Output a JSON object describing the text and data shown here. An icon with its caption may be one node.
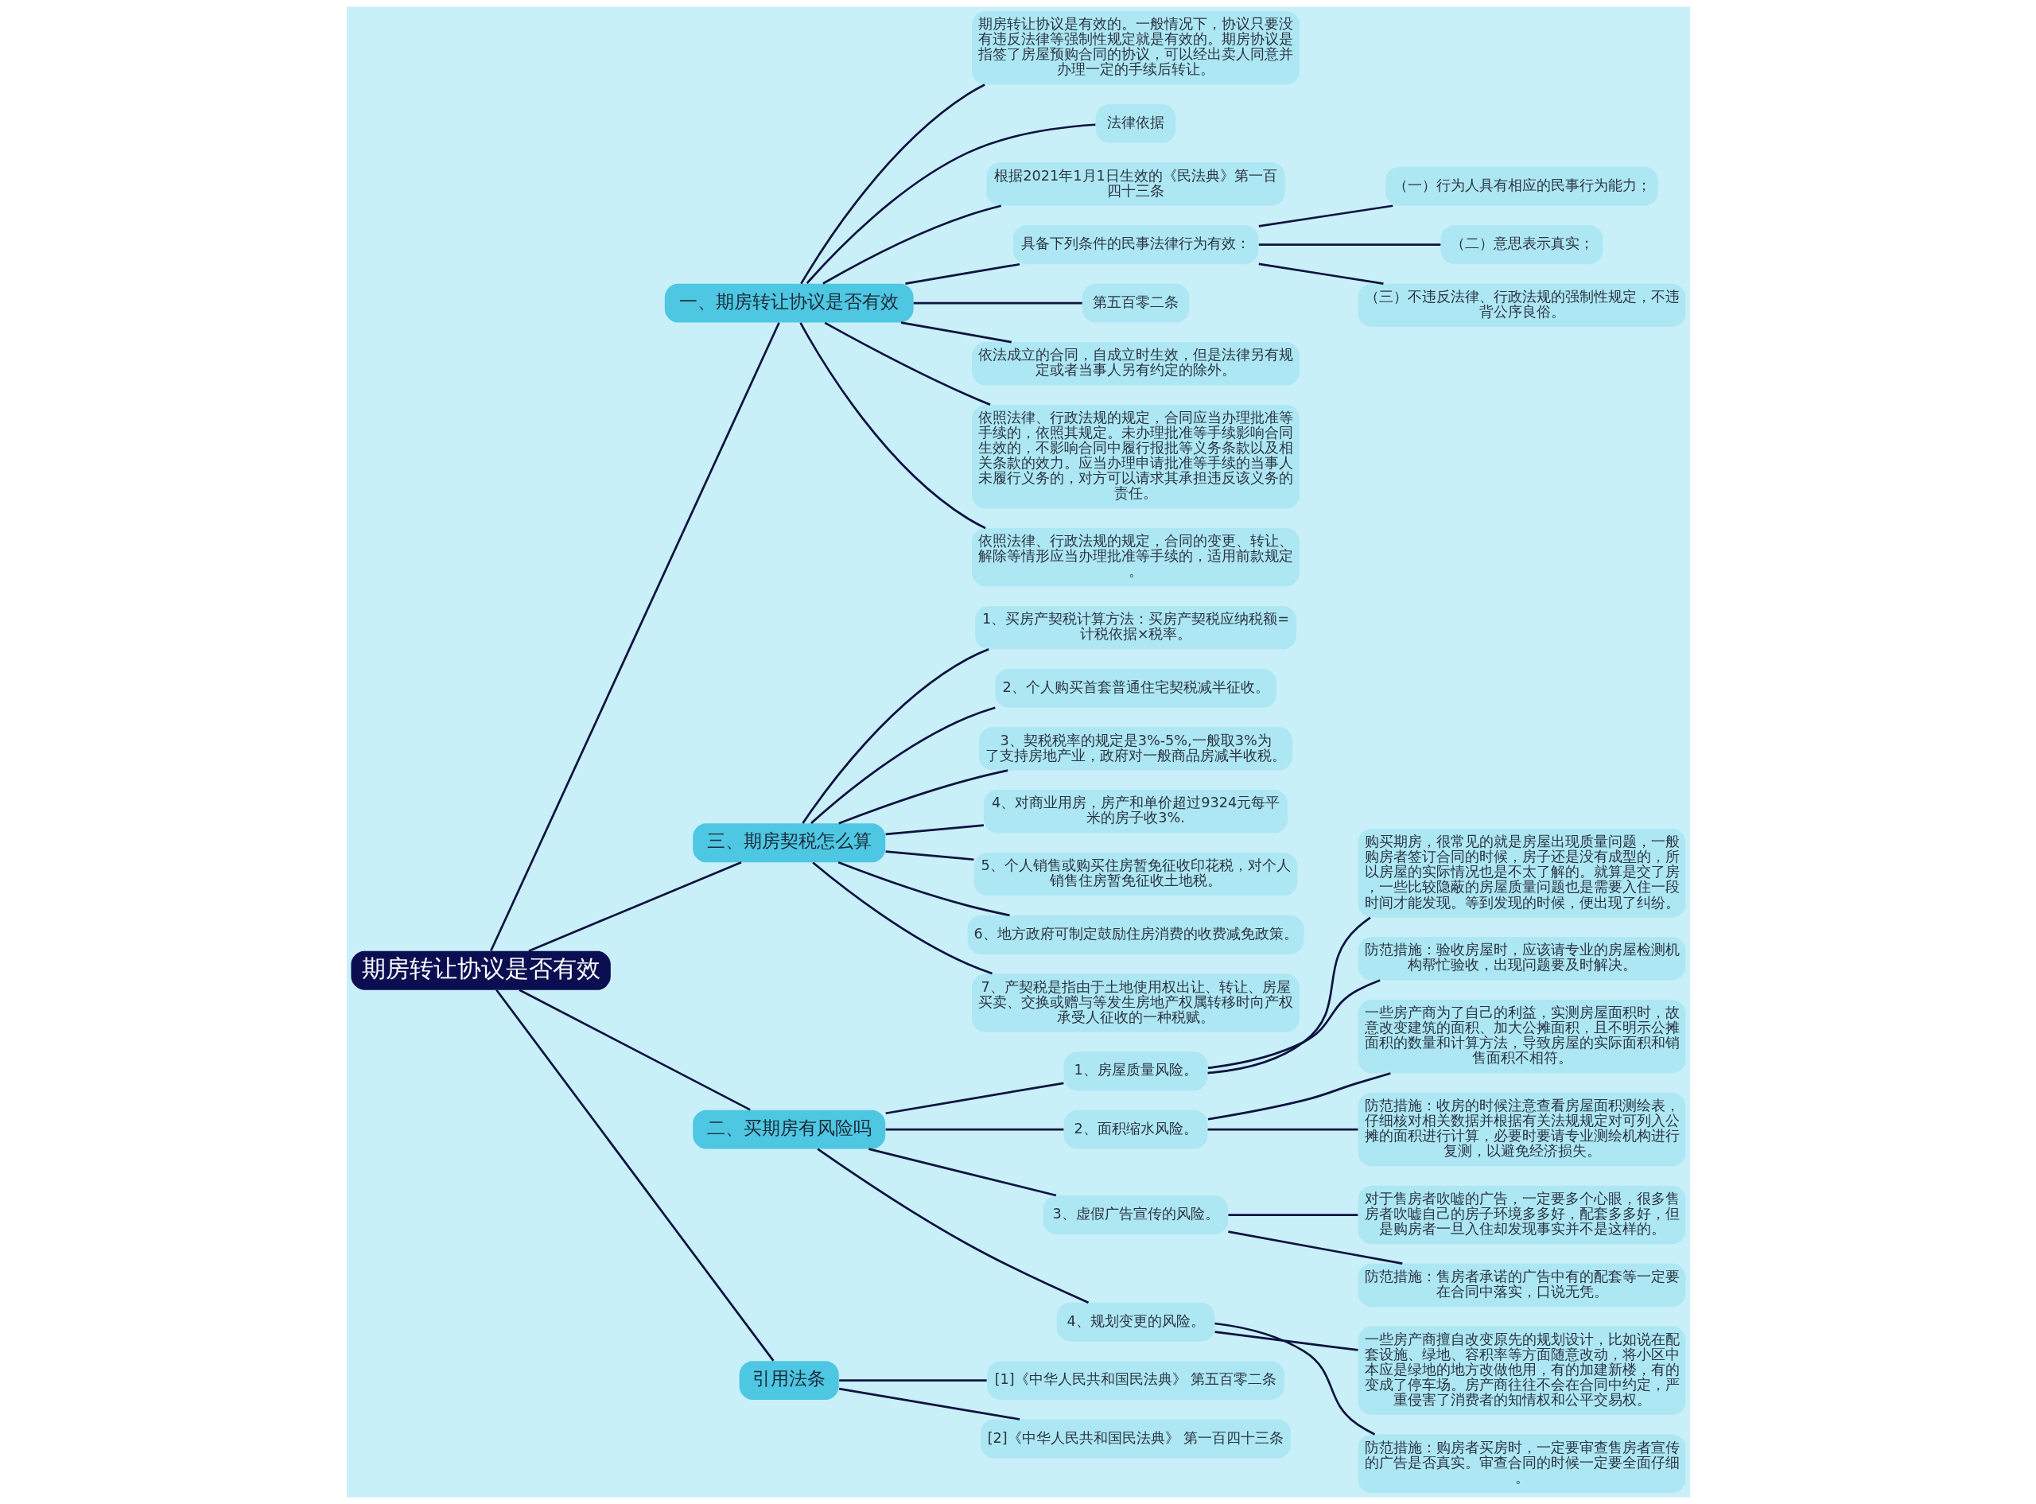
{
  "diagram": {
    "nodes": [
      {
        "text": [
          "期房转让协议是否有效"
        ]
      },
      {
        "text": [
          "一、期房转让协议是否有效"
        ]
      },
      {
        "text": [
          "期房转让协议是有效的。一般情况下，协议只要没有违反法律等强制性规定就是有效的。期房协议是指签了房屋预购合同的协议，可以经出卖人同意并办理一定的手续后转让。"
        ]
      },
      {
        "text": [
          "法律依据"
        ]
      },
      {
        "text": [
          "根据2021年1月1日生效的《民法典》第一百四十三条"
        ]
      },
      {
        "text": [
          "具备下列条件的民事法律行为有效："
        ]
      },
      {
        "text": [
          "（一）行为人具有相应的民事行为能力；"
        ]
      },
      {
        "text": [
          "（二）意思表示真实；"
        ]
      },
      {
        "text": [
          "（三）不违反法律、行政法规的强制性规定，不违背公序良俗。"
        ]
      },
      {
        "text": [
          "第五百零二条"
        ]
      },
      {
        "text": [
          "依法成立的合同，自成立时生效，但是法律另有规定或者当事人另有约定的除外。"
        ]
      },
      {
        "text": [
          "依照法律、行政法规的规定，合同应当办理批准等手续的，依照其规定。未办理批准等手续影响合同生效的，不影响合同中履行报批等义务条款以及相关条款的效力。应当办理申请批准等手续的当事人未履行义务的，对方可以请求其承担违反该义务的责任。"
        ]
      },
      {
        "text": [
          "依照法律、行政法规的规定，合同的变更、转让、解除等情形应当办理批准等手续的，适用前款规定。"
        ]
      },
      {
        "text": [
          "三、期房契税怎么算"
        ]
      },
      {
        "text": [
          "1、买房产契税计算方法：买房产契税应纳税额=计税依据×税率。"
        ]
      },
      {
        "text": [
          "2、个人购买首套普通住宅契税减半征收。"
        ]
      },
      {
        "text": [
          "3、契税税率的规定是3%-5%,一般取3%为了支持房地产业，政府对一般商品房减半收税。"
        ]
      },
      {
        "text": [
          "4、对商业用房，房产和单价超过9324元每平米的房子收3%."
        ]
      },
      {
        "text": [
          "5、个人销售或购买住房暂免征收印花税，对个人销售住房暂免征收土地税。"
        ]
      },
      {
        "text": [
          "6、地方政府可制定鼓励住房消费的收费减免政策。"
        ]
      },
      {
        "text": [
          "7、产契税是指由于土地使用权出让、转让、房屋买卖、交换或赠与等发生房地产权属转移时向产权承受人征收的一种税赋。"
        ]
      },
      {
        "text": [
          "二、买期房有风险吗"
        ]
      },
      {
        "text": [
          "1、房屋质量风险。"
        ]
      },
      {
        "text": [
          "购买期房，很常见的就是房屋出现质量问题，一般购房者签订合同的时候，房子还是没有成型的，所以房屋的实际情况也是不太了解的。就算是交了房，一些比较隐蔽的房屋质量问题也是需要入住一段时间才能发现。等到发现的时候，便出现了纠纷。"
        ]
      },
      {
        "text": [
          "防范措施：验收房屋时，应该请专业的房屋检测机构帮忙验收，出现问题要及时解决。"
        ]
      },
      {
        "text": [
          "2、面积缩水风险。"
        ]
      },
      {
        "text": [
          "一些房产商为了自己的利益，实测房屋面积时，故意改变建筑的面积、加大公摊面积，且不明示公摊面积的数量和计算方法，导致房屋的实际面积和销售面积不相符。"
        ]
      },
      {
        "text": [
          "防范措施：收房的时候注意查看房屋面积测绘表，仔细核对相关数据并根据有关法规规定对可列入公摊的面积进行计算，必要时要请专业测绘机构进行复测，以避免经济损失。"
        ]
      },
      {
        "text": [
          "3、虚假广告宣传的风险。"
        ]
      },
      {
        "text": [
          "对于售房者吹嘘的广告，一定要多个心眼，很多售房者吹嘘自己的房子环境多多好，配套多多好，但是购房者一旦入住却发现事实并不是这样的。"
        ]
      },
      {
        "text": [
          "防范措施：售房者承诺的广告中有的配套等一定要在合同中落实，口说无凭。"
        ]
      },
      {
        "text": [
          "4、规划变更的风险。"
        ]
      },
      {
        "text": [
          "一些房产商擅自改变原先的规划设计，比如说在配套设施、绿地、容积率等方面随意改动，将小区中本应是绿地的地方改做他用，有的加建新楼，有的变成了停车场。房产商往往不会在合同中约定，严重侵害了消费者的知情权和公平交易权。"
        ]
      },
      {
        "text": [
          "防范措施：购房者买房时，一定要审查售房者宣传的广告是否真实。审查合同的时候一定要全面仔细。"
        ]
      },
      {
        "text": [
          "引用法条"
        ]
      },
      {
        "text": [
          "[1]《中华人民共和国民法典》 第五百零二条"
        ]
      },
      {
        "text": [
          "[2]《中华人民共和国民法典》 第一百四十三条"
        ]
      }
    ],
    "edges": [
      {
        "from": 0,
        "to": 1,
        "arrow": "none"
      },
      {
        "from": 1,
        "to": 2,
        "arrow": "none"
      },
      {
        "from": 1,
        "to": 3,
        "arrow": "none"
      },
      {
        "from": 1,
        "to": 4,
        "arrow": "none"
      },
      {
        "from": 1,
        "to": 5,
        "arrow": "none"
      },
      {
        "from": 5,
        "to": 6,
        "arrow": "none"
      },
      {
        "from": 5,
        "to": 7,
        "arrow": "none"
      },
      {
        "from": 5,
        "to": 8,
        "arrow": "none"
      },
      {
        "from": 1,
        "to": 9,
        "arrow": "none"
      },
      {
        "from": 1,
        "to": 10,
        "arrow": "none"
      },
      {
        "from": 1,
        "to": 11,
        "arrow": "none"
      },
      {
        "from": 1,
        "to": 12,
        "arrow": "none"
      },
      {
        "from": 0,
        "to": 13,
        "arrow": "none"
      },
      {
        "from": 13,
        "to": 14,
        "arrow": "none"
      },
      {
        "from": 13,
        "to": 15,
        "arrow": "none"
      },
      {
        "from": 13,
        "to": 16,
        "arrow": "none"
      },
      {
        "from": 13,
        "to": 17,
        "arrow": "none"
      },
      {
        "from": 13,
        "to": 18,
        "arrow": "none"
      },
      {
        "from": 13,
        "to": 19,
        "arrow": "none"
      },
      {
        "from": 13,
        "to": 20,
        "arrow": "none"
      },
      {
        "from": 0,
        "to": 21,
        "arrow": "none"
      },
      {
        "from": 21,
        "to": 22,
        "arrow": "none"
      },
      {
        "from": 22,
        "to": 23,
        "arrow": "none"
      },
      {
        "from": 22,
        "to": 24,
        "arrow": "none"
      },
      {
        "from": 21,
        "to": 25,
        "arrow": "none"
      },
      {
        "from": 25,
        "to": 26,
        "arrow": "none"
      },
      {
        "from": 25,
        "to": 27,
        "arrow": "none"
      },
      {
        "from": 21,
        "to": 28,
        "arrow": "none"
      },
      {
        "from": 28,
        "to": 29,
        "arrow": "none"
      },
      {
        "from": 28,
        "to": 30,
        "arrow": "none"
      },
      {
        "from": 21,
        "to": 31,
        "arrow": "none"
      },
      {
        "from": 31,
        "to": 32,
        "arrow": "none"
      },
      {
        "from": 31,
        "to": 33,
        "arrow": "none"
      },
      {
        "from": 0,
        "to": 34,
        "arrow": "none"
      },
      {
        "from": 34,
        "to": 35,
        "arrow": "none"
      },
      {
        "from": 34,
        "to": 36,
        "arrow": "none"
      }
    ]
  }
}
